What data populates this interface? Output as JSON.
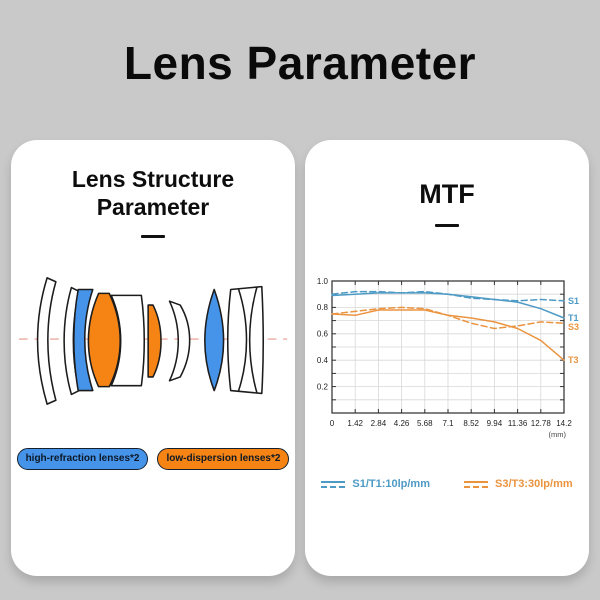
{
  "page": {
    "title": "Lens Parameter",
    "background": "#c9c9c9"
  },
  "left_card": {
    "title_line1": "Lens Structure",
    "title_line2": "Parameter",
    "badges": [
      {
        "label": "high-refraction lenses*2",
        "color": "#4694ea"
      },
      {
        "label": "low-dispersion lenses*2",
        "color": "#f68414"
      }
    ],
    "diagram": {
      "description": "lens cross-section with dashed optical axis",
      "axis_color": "#e57f73",
      "blue_lens_color": "#4694ea",
      "orange_lens_color": "#f68414",
      "outline_color": "#1c1c1c"
    }
  },
  "right_card": {
    "title": "MTF"
  },
  "chart_data": {
    "type": "line",
    "title": "MTF",
    "x": [
      0,
      1.42,
      2.84,
      4.26,
      5.68,
      7.1,
      8.52,
      9.94,
      11.36,
      12.78,
      14.2
    ],
    "x_tick_labels": [
      "0",
      "1.42",
      "2.84",
      "4.26",
      "5.68",
      "7.1",
      "8.52",
      "9.94",
      "11.36",
      "12.78",
      "14.2"
    ],
    "xlabel": "(mm)",
    "ylim": [
      0,
      1.0
    ],
    "y_tick_labels": [
      "0.2",
      "0.4",
      "0.6",
      "0.8",
      "1.0"
    ],
    "grid": true,
    "legend_position": "bottom",
    "series": [
      {
        "name": "S1",
        "style": "dashed",
        "color": "#4d9ac5",
        "values": [
          0.9,
          0.92,
          0.92,
          0.91,
          0.92,
          0.9,
          0.87,
          0.86,
          0.85,
          0.86,
          0.85
        ]
      },
      {
        "name": "T1",
        "style": "solid",
        "color": "#4d9ac5",
        "values": [
          0.89,
          0.9,
          0.91,
          0.91,
          0.91,
          0.9,
          0.88,
          0.86,
          0.84,
          0.79,
          0.72
        ]
      },
      {
        "name": "S3",
        "style": "dashed",
        "color": "#eb9440",
        "values": [
          0.75,
          0.77,
          0.79,
          0.8,
          0.79,
          0.74,
          0.68,
          0.64,
          0.66,
          0.69,
          0.68
        ]
      },
      {
        "name": "T3",
        "style": "solid",
        "color": "#eb9440",
        "values": [
          0.75,
          0.74,
          0.78,
          0.78,
          0.78,
          0.74,
          0.72,
          0.69,
          0.64,
          0.55,
          0.4
        ]
      }
    ],
    "legend": [
      {
        "label": "S1/T1:10lp/mm",
        "color": "#4d9ac5"
      },
      {
        "label": "S3/T3:30lp/mm",
        "color": "#eb9440"
      }
    ]
  }
}
